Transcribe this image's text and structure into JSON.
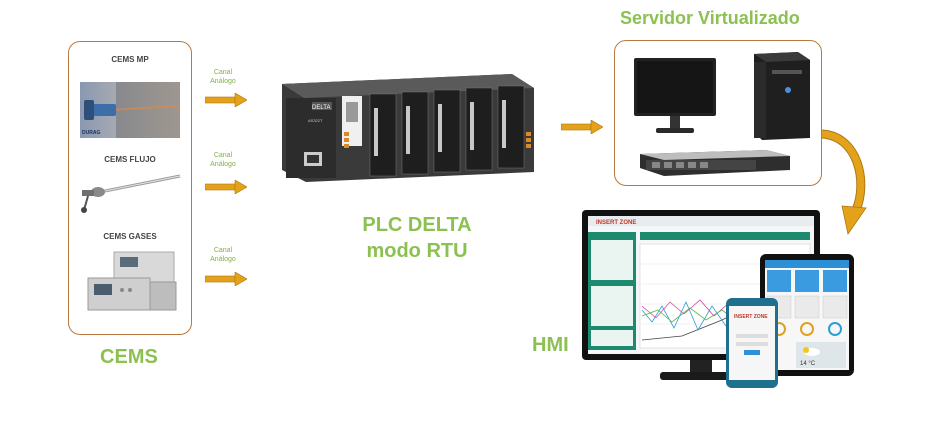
{
  "cems": {
    "title": "CEMS",
    "items": [
      {
        "label": "CEMS MP",
        "icon": "particulate-sensor-icon",
        "brand": "DURAG"
      },
      {
        "label": "CEMS FLUJO",
        "icon": "flow-probe-icon"
      },
      {
        "label": "CEMS GASES",
        "icon": "gas-analyzer-icon"
      }
    ]
  },
  "signals": [
    {
      "line1": "Canal",
      "line2": "Análogo"
    },
    {
      "line1": "Canal",
      "line2": "Análogo"
    },
    {
      "line1": "Canal",
      "line2": "Análogo"
    }
  ],
  "plc": {
    "title_line1": "PLC DELTA",
    "title_line2": "modo RTU",
    "icon": "plc-rack-icon",
    "brand": "DELTA",
    "model": "AS322T"
  },
  "server": {
    "title": "Servidor Virtualizado",
    "icons": [
      "monitor-icon",
      "tower-server-icon",
      "rack-server-icon"
    ]
  },
  "hmi": {
    "title": "HMI",
    "app_name": "INSERT ZONE",
    "weather": "14 °C",
    "icons": [
      "desktop-monitor-icon",
      "tablet-icon",
      "smartphone-icon"
    ]
  },
  "colors": {
    "accent_green": "#8cc152",
    "border_brown": "#b87a3c",
    "arrow_gold": "#e3a21a"
  }
}
